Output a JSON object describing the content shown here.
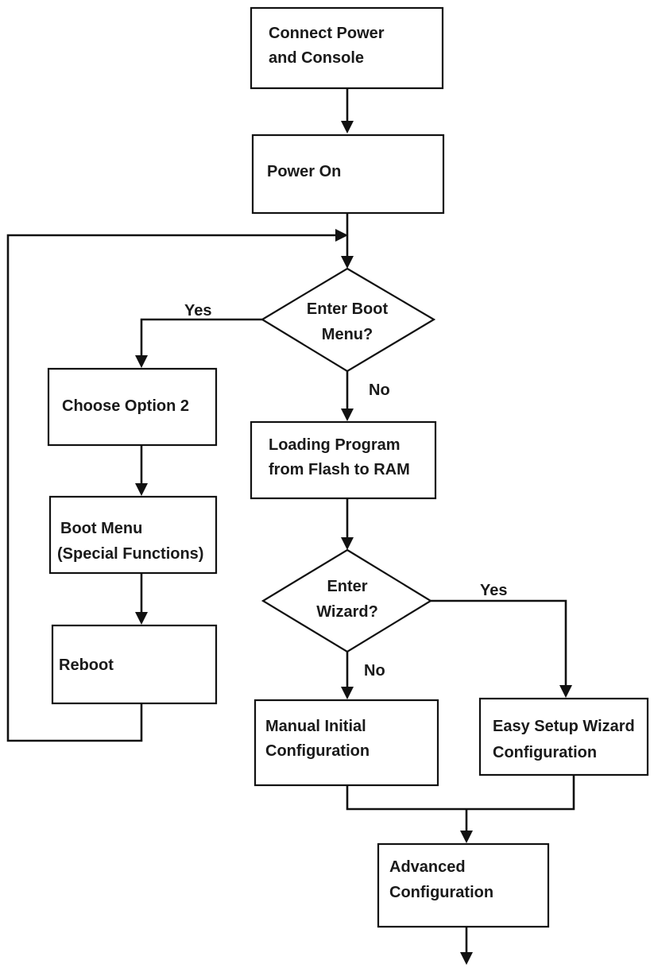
{
  "nodes": {
    "connect_power": {
      "line1": "Connect Power",
      "line2": "and Console"
    },
    "power_on": {
      "line1": "Power On"
    },
    "enter_boot_menu": {
      "line1": "Enter Boot",
      "line2": "Menu?"
    },
    "choose_option_2": {
      "line1": "Choose Option 2"
    },
    "boot_menu": {
      "line1": "Boot Menu",
      "line2": "(Special Functions)"
    },
    "reboot": {
      "line1": "Reboot"
    },
    "loading_program": {
      "line1": "Loading Program",
      "line2": "from Flash to RAM"
    },
    "enter_wizard": {
      "line1": "Enter",
      "line2": "Wizard?"
    },
    "manual_config": {
      "line1": "Manual Initial",
      "line2": "Configuration"
    },
    "easy_setup": {
      "line1": "Easy Setup Wizard",
      "line2": "Configuration"
    },
    "advanced_config": {
      "line1": "Advanced",
      "line2": "Configuration"
    }
  },
  "edges": {
    "boot_menu_yes": "Yes",
    "boot_menu_no": "No",
    "wizard_yes": "Yes",
    "wizard_no": "No"
  }
}
